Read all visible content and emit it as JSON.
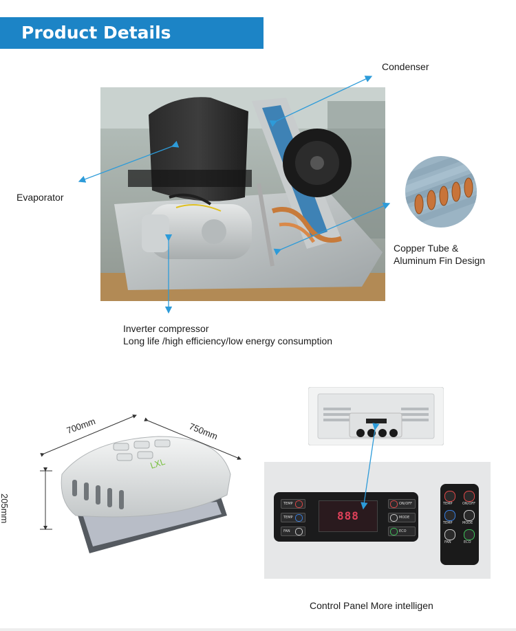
{
  "header": {
    "title": "Product Details"
  },
  "callouts": {
    "condenser": "Condenser",
    "evaporator": "Evaporator",
    "copper_line1": "Copper Tube &",
    "copper_line2": "Aluminum Fin Design",
    "compressor_line1": "Inverter compressor",
    "compressor_line2": "Long life /high efficiency/low energy consumption"
  },
  "dimensions": {
    "width": "700mm",
    "depth": "750mm",
    "height": "205mm"
  },
  "unit_brand": "LXL",
  "control_panel": {
    "caption": "Control Panel More intelligen",
    "display_value": "888",
    "buttons": {
      "temp_up": "TEMP",
      "temp_down": "TEMP",
      "fan": "FAN",
      "on_off": "ON/OFF",
      "mode": "MODE",
      "eco": "ECO"
    },
    "remote_buttons": [
      "TEMP",
      "ON/OFF",
      "TEMP",
      "MODE",
      "FAN",
      "ECO"
    ]
  },
  "colors": {
    "accent": "#1c84c6",
    "arrow": "#2d9bd9"
  }
}
